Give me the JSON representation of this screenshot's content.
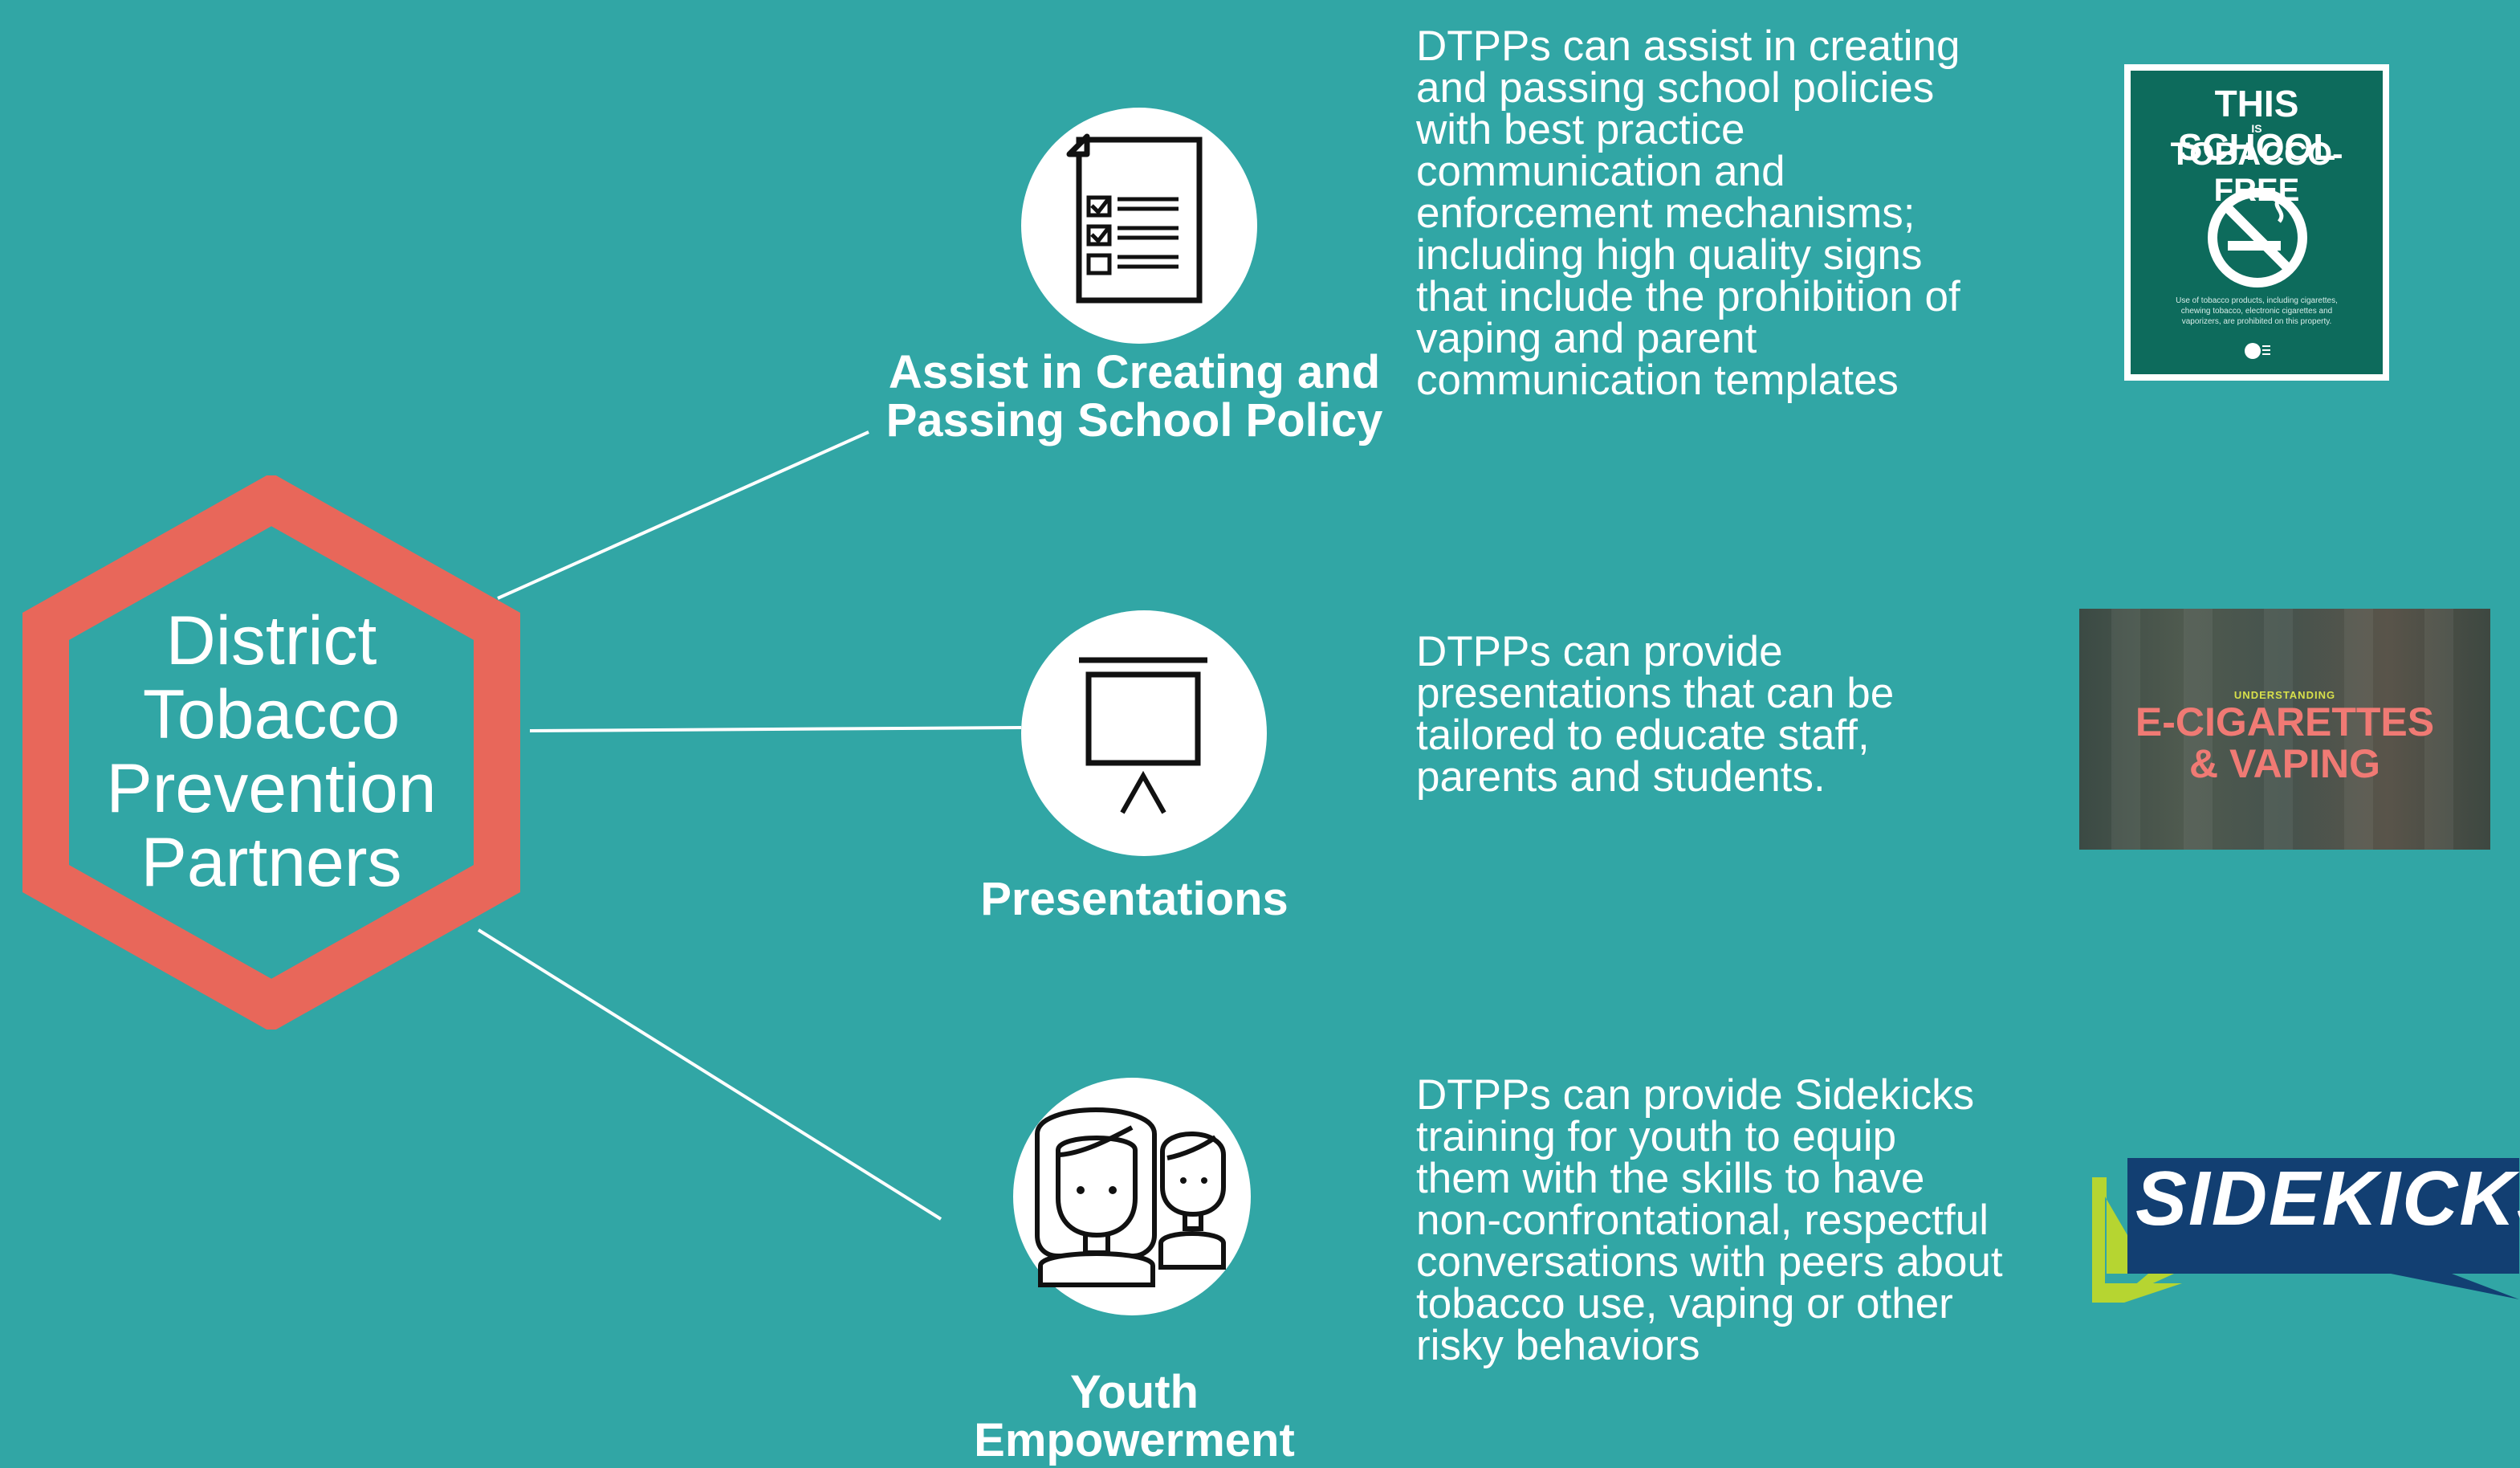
{
  "hub": {
    "title_lines": [
      "District",
      "Tobacco",
      "Prevention",
      "Partners"
    ],
    "shape": "hexagon",
    "stroke_color": "#e8675a"
  },
  "colors": {
    "background": "#31a6a5",
    "text": "#ffffff",
    "icon_circle": "#ffffff",
    "hexagon": "#e8675a"
  },
  "branches": [
    {
      "icon": "checklist-document-icon",
      "label_lines": [
        "Assist in Creating and",
        "Passing School Policy"
      ],
      "description_lines": [
        "DTPPs can assist in creating",
        "and passing school policies",
        "with best practice",
        "communication and",
        "enforcement mechanisms;",
        "including high quality signs",
        "that include the prohibition of",
        "vaping and parent",
        "communication templates"
      ],
      "image": {
        "type": "tobacco-free-sign",
        "line1": "THIS SCHOOL",
        "is": "IS",
        "line2": "TOBACCO-FREE",
        "fine_print_lines": [
          "Use of tobacco products, including cigarettes,",
          "chewing tobacco, electronic cigarettes and",
          "vaporizers, are prohibited on this property."
        ]
      }
    },
    {
      "icon": "presentation-board-icon",
      "label_lines": [
        "Presentations"
      ],
      "description_lines": [
        "DTPPs can provide",
        "presentations that can be",
        "tailored to educate staff,",
        "parents and students."
      ],
      "image": {
        "type": "e-cigarettes-banner",
        "small": "UNDERSTANDING",
        "line1": "E-CIGARETTES",
        "line2": "& VAPING"
      }
    },
    {
      "icon": "youth-people-icon",
      "label_lines": [
        "Youth",
        "Empowerment"
      ],
      "description_lines": [
        "DTPPs can provide Sidekicks",
        "training for youth to equip",
        "them with the skills to have",
        "non-confrontational, respectful",
        "conversations with peers about",
        "tobacco use, vaping or other",
        "risky behaviors"
      ],
      "image": {
        "type": "sidekicks-logo",
        "text": "SIDEKICKS"
      }
    }
  ]
}
